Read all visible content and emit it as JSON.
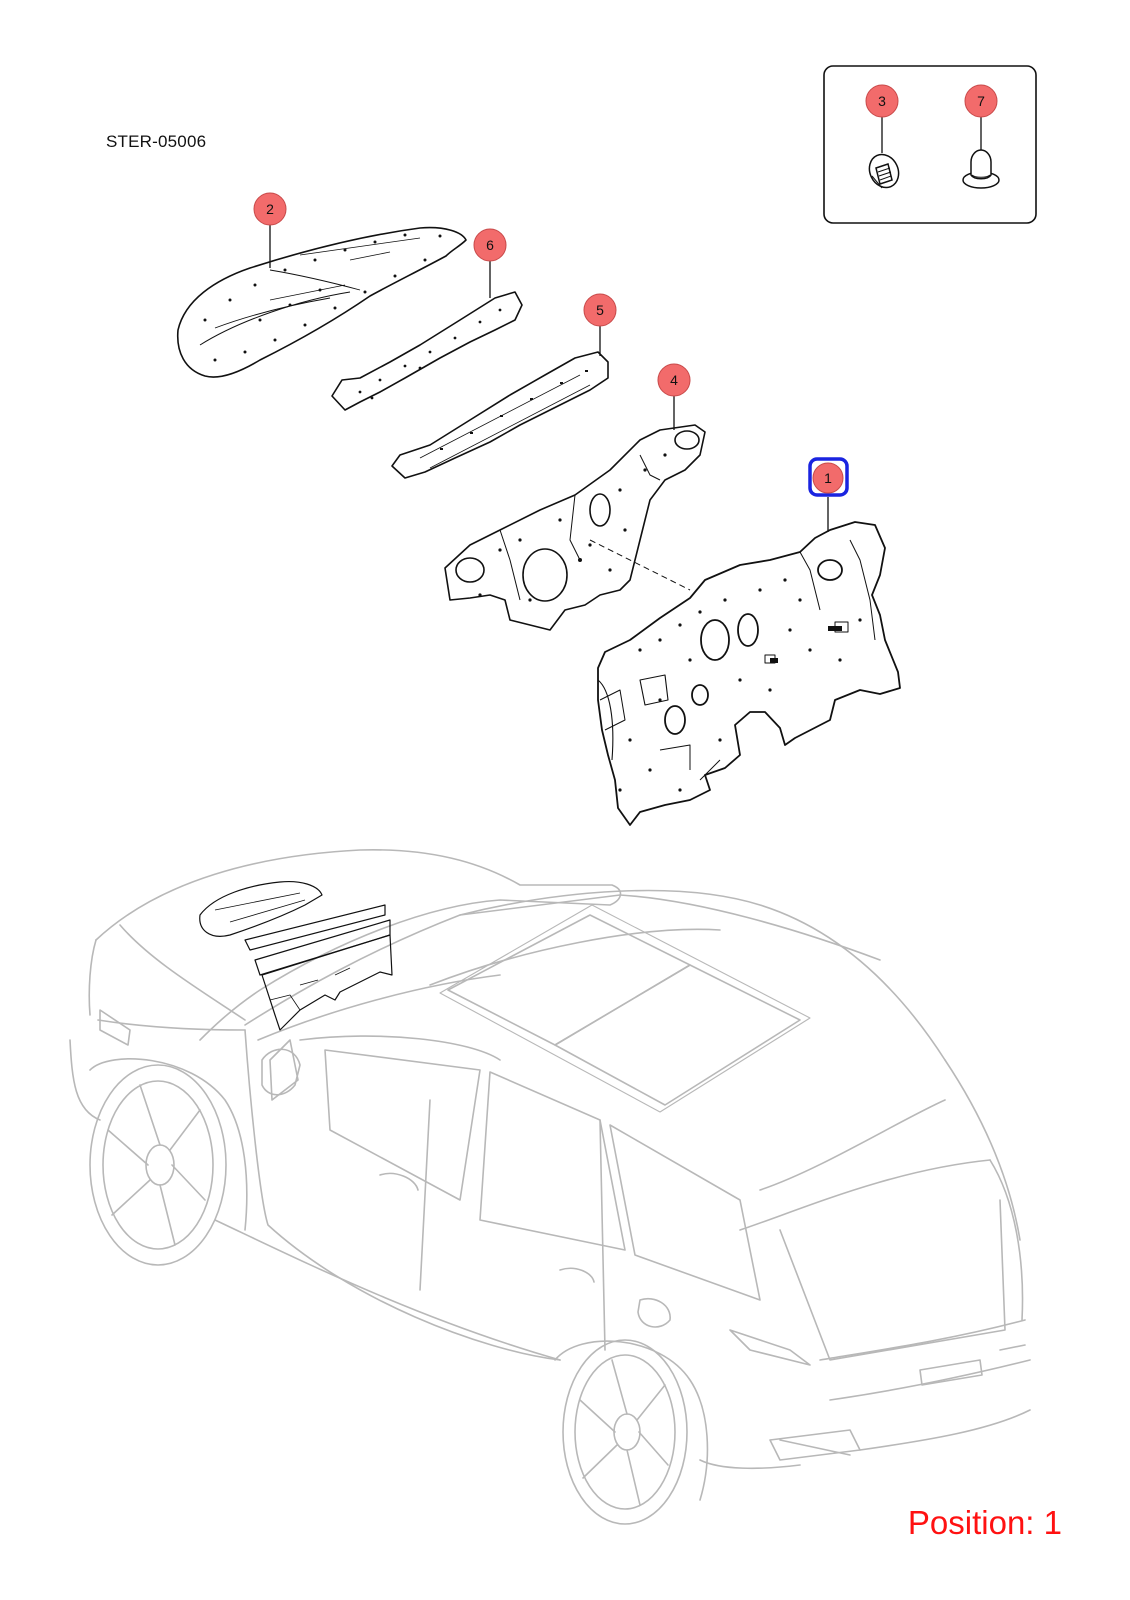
{
  "diagram": {
    "code": "STER-05006",
    "position_prefix": "Position: ",
    "position_value": "1",
    "position_text": "Position: 1",
    "selected_callout": "1",
    "colors": {
      "callout_fill": "#f26b6b",
      "callout_stroke": "#c84a4a",
      "selected_outline": "#1a24e0",
      "position_text": "#ff1111",
      "vehicle_lines": "#b8b8b8",
      "part_lines": "#111111"
    },
    "callouts": [
      {
        "id": "1",
        "label": "1",
        "part": "dash-insulator-main",
        "selected": true
      },
      {
        "id": "2",
        "label": "2",
        "part": "hood-insulator",
        "selected": false
      },
      {
        "id": "3",
        "label": "3",
        "part": "clip-fastener",
        "selected": false
      },
      {
        "id": "4",
        "label": "4",
        "part": "dash-insulator-upper",
        "selected": false
      },
      {
        "id": "5",
        "label": "5",
        "part": "cowl-seal-strip",
        "selected": false
      },
      {
        "id": "6",
        "label": "6",
        "part": "cowl-panel-strip",
        "selected": false
      },
      {
        "id": "7",
        "label": "7",
        "part": "push-pin-retainer",
        "selected": false
      }
    ]
  }
}
